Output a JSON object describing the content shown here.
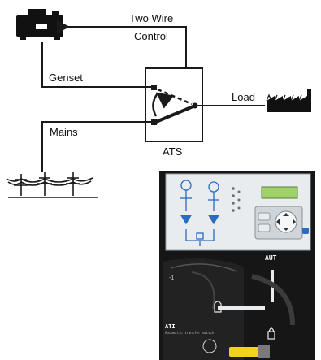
{
  "diagram": {
    "title_wire_line1": "Two Wire",
    "title_wire_line2": "Control",
    "genset_label": "Genset",
    "mains_label": "Mains",
    "load_label": "Load",
    "ats_label": "ATS"
  },
  "photo": {
    "mode_label": "AUT",
    "panel_brand": "ATI",
    "panel_caption": "Automatic transfer switch"
  },
  "colors": {
    "line": "#1a1a1a",
    "panel_dark": "#161616",
    "panel_face": "#e9ecee",
    "lcd": "#9fd36a",
    "handle": "#f2d31c"
  }
}
